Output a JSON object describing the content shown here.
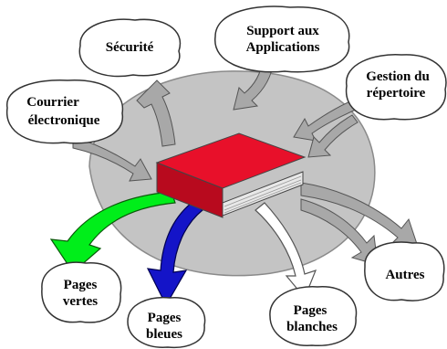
{
  "diagram": {
    "bubbles": {
      "securite": "Sécurité",
      "support": {
        "line1": "Support aux",
        "line2": "Applications"
      },
      "gestion": {
        "line1": "Gestion du",
        "line2": "répertoire"
      },
      "courrier": {
        "line1": "Courrier",
        "line2": "électronique"
      },
      "autres": "Autres",
      "pages_vertes": {
        "line1": "Pages",
        "line2": "vertes"
      },
      "pages_bleues": {
        "line1": "Pages",
        "line2": "bleues"
      },
      "pages_blanches": {
        "line1": "Pages",
        "line2": "blanches"
      }
    },
    "colors": {
      "disc": "#c4c4c4",
      "book_cover": "#e8102a",
      "green_arrow": "#00ee1a",
      "blue_arrow": "#1414c8",
      "gray_arrow": "#a8a8a8"
    }
  }
}
